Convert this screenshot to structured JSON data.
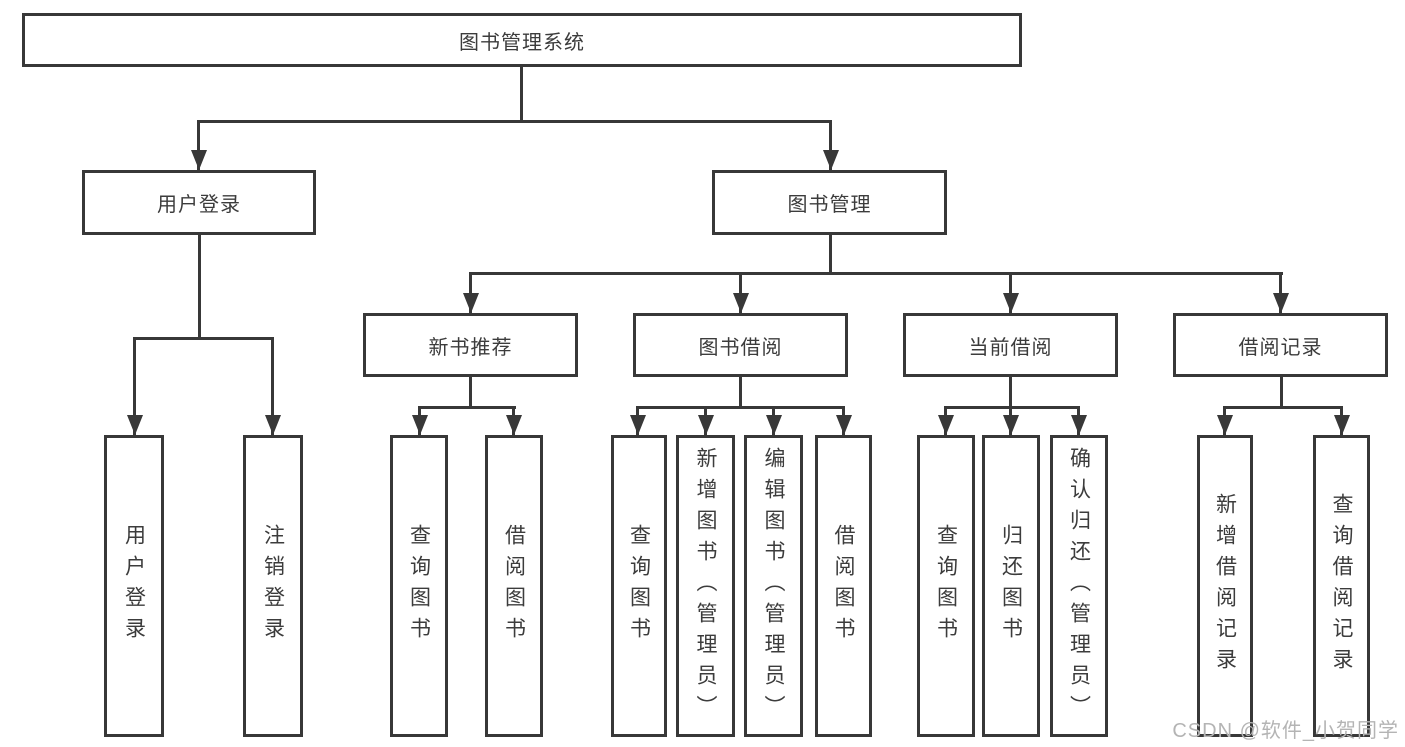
{
  "diagram": {
    "line_color": "#383838",
    "box_border_color": "#383838",
    "text_color": "#3c3c3c",
    "background_color": "#ffffff"
  },
  "nodes": {
    "root": "图书管理系统",
    "user_login": "用户登录",
    "book_mgmt": "图书管理",
    "new_books": "新书推荐",
    "book_borrow": "图书借阅",
    "current_borrow": "当前借阅",
    "borrow_records": "借阅记录",
    "leaf_user_login": "用户登录",
    "leaf_logout": "注销登录",
    "leaf_nb_query": "查询图书",
    "leaf_nb_borrow": "借阅图书",
    "leaf_bb_query": "查询图书",
    "leaf_bb_add": "新增图书（管理员）",
    "leaf_bb_edit": "编辑图书（管理员）",
    "leaf_bb_borrow": "借阅图书",
    "leaf_cb_query": "查询图书",
    "leaf_cb_return": "归还图书",
    "leaf_cb_confirm": "确认归还（管理员）",
    "leaf_br_add": "新增借阅记录",
    "leaf_br_query": "查询借阅记录"
  },
  "watermark": {
    "text": "CSDN @软件_小贺同学",
    "color": "#b4b4b4"
  }
}
